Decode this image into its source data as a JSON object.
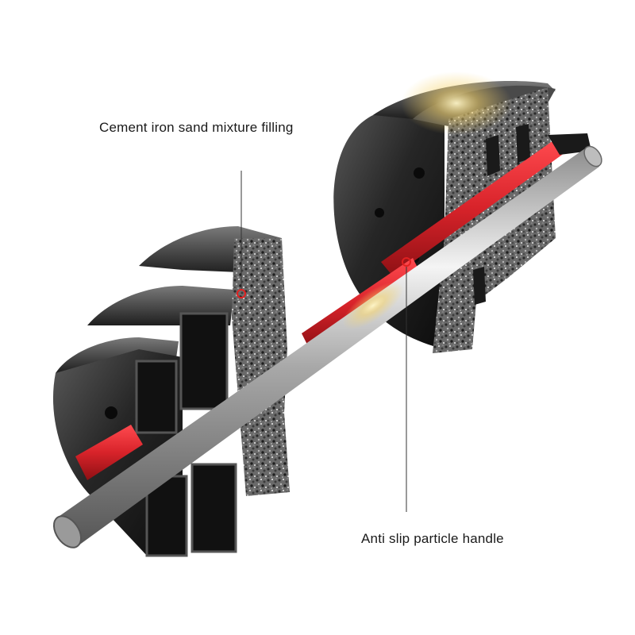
{
  "labels": {
    "filling": "Cement iron sand mixture filling",
    "handle": "Anti slip particle handle"
  },
  "colors": {
    "background": "#ffffff",
    "plate_dark": "#1c1c1c",
    "plate_mid": "#3a3a3a",
    "grip_red": "#d8232a",
    "chrome": "#c9c9c9",
    "leader_line": "#333333"
  },
  "icons": {
    "callout_marker": "red-ring-marker"
  }
}
